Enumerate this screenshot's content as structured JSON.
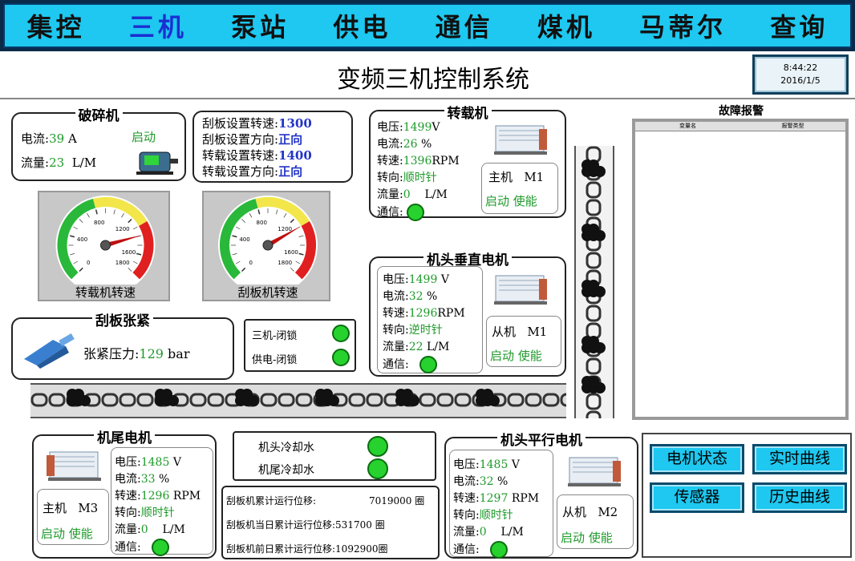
{
  "nav": {
    "items": [
      "集控",
      "三机",
      "泵站",
      "供电",
      "通信",
      "煤机",
      "马蒂尔",
      "查询"
    ],
    "active": "三机"
  },
  "title": "变频三机控制系统",
  "clock": {
    "time": "8:44:22",
    "date": "2016/1/5"
  },
  "crusher": {
    "title": "破碎机",
    "current_label": "电流:",
    "current": "39",
    "current_unit": "A",
    "status": "启动",
    "flow_label": "流量:",
    "flow": "23",
    "flow_unit": "L/M"
  },
  "settings": {
    "rows": [
      {
        "label": "刮板设置转速:",
        "value": "1300"
      },
      {
        "label": "刮板设置方向:",
        "value": "正向"
      },
      {
        "label": "转载设置转速:",
        "value": "1400"
      },
      {
        "label": "转载设置方向:",
        "value": "正向"
      }
    ]
  },
  "gauges": [
    {
      "label": "转载机转速",
      "value": 1396,
      "ticks": [
        "0",
        "400",
        "800",
        "1200",
        "1600",
        "1800"
      ]
    },
    {
      "label": "刮板机转速",
      "value": 1300,
      "ticks": [
        "0",
        "400",
        "800",
        "1200",
        "1600",
        "1800"
      ]
    }
  ],
  "tension": {
    "title": "刮板张紧",
    "label": "张紧压力:",
    "value": "129",
    "unit": "bar"
  },
  "locks": [
    {
      "label": "三机-闭锁"
    },
    {
      "label": "供电-闭锁"
    }
  ],
  "transfer": {
    "title": "转载机",
    "voltage_label": "电压:",
    "voltage": "1499",
    "voltage_unit": "V",
    "current_label": "电流:",
    "current": "26",
    "current_unit": "%",
    "speed_label": "转速:",
    "speed": "1396",
    "speed_unit": "RPM",
    "dir_label": "转向:",
    "dir": "顺时针",
    "flow_label": "流量:",
    "flow": "0",
    "flow_unit": "L/M",
    "comm_label": "通信:",
    "role": "主机",
    "id": "M1",
    "start": "启动",
    "enable": "使能"
  },
  "head_vert": {
    "title": "机头垂直电机",
    "voltage_label": "电压:",
    "voltage": "1499",
    "voltage_unit": "V",
    "current_label": "电流:",
    "current": "32",
    "current_unit": "%",
    "speed_label": "转速:",
    "speed": "1296",
    "speed_unit": "RPM",
    "dir_label": "转向:",
    "dir": "逆时针",
    "flow_label": "流量:",
    "flow": "22",
    "flow_unit": "L/M",
    "comm_label": "通信:",
    "role": "从机",
    "id": "M1",
    "start": "启动",
    "enable": "使能"
  },
  "tail": {
    "title": "机尾电机",
    "voltage_label": "电压:",
    "voltage": "1485",
    "voltage_unit": "V",
    "current_label": "电流:",
    "current": "33",
    "current_unit": "%",
    "speed_label": "转速:",
    "speed": "1296",
    "speed_unit": "RPM",
    "dir_label": "转向:",
    "dir": "顺时针",
    "flow_label": "流量:",
    "flow": "0",
    "flow_unit": "L/M",
    "comm_label": "通信:",
    "role": "主机",
    "id": "M3",
    "start": "启动",
    "enable": "使能"
  },
  "head_par": {
    "title": "机头平行电机",
    "voltage_label": "电压:",
    "voltage": "1485",
    "voltage_unit": "V",
    "current_label": "电流:",
    "current": "32",
    "current_unit": "%",
    "speed_label": "转速:",
    "speed": "1297",
    "speed_unit": "RPM",
    "dir_label": "转向:",
    "dir": "顺时针",
    "flow_label": "流量:",
    "flow": "0",
    "flow_unit": "L/M",
    "comm_label": "通信:",
    "role": "从机",
    "id": "M2",
    "start": "启动",
    "enable": "使能"
  },
  "cooling": [
    {
      "label": "机头冷却水"
    },
    {
      "label": "机尾冷却水"
    }
  ],
  "displacement": [
    {
      "label": "刮板机累计运行位移:",
      "value": "7019000",
      "unit": "圈"
    },
    {
      "label": "刮板机当日累计运行位移:",
      "value": "531700",
      "unit": "圈"
    },
    {
      "label": "刮板机前日累计运行位移:",
      "value": "1092900",
      "unit": "圈"
    }
  ],
  "fault": {
    "title": "故障报警",
    "col1": "变量名",
    "col2": "报警类型"
  },
  "buttons": {
    "motor_status": "电机状态",
    "realtime": "实时曲线",
    "sensor": "传感器",
    "history": "历史曲线"
  },
  "colors": {
    "nav_bg": "#1ec8f0",
    "value_green": "#1e9a2a",
    "value_blue": "#2334c8",
    "indicator": "#27d22e"
  }
}
